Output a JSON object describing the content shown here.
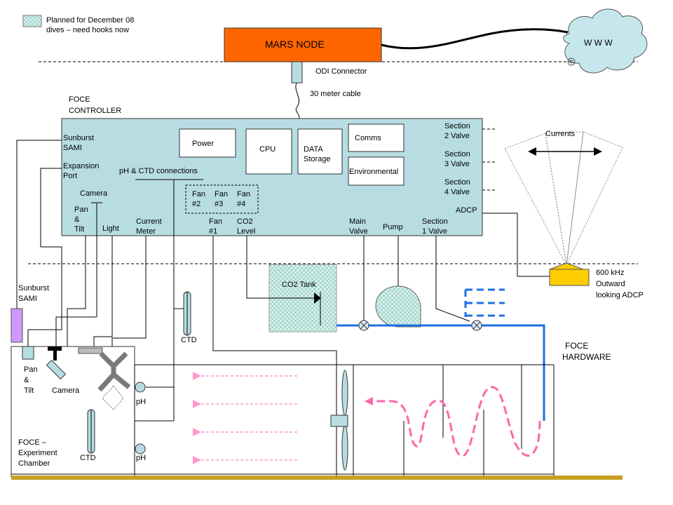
{
  "legend": {
    "line1": "Planned for December 08",
    "line2": "dives – need hooks now"
  },
  "mars_node": "MARS NODE",
  "www": "W W W",
  "odi_connector": "ODI Connector",
  "cable": "30 meter cable",
  "controller": {
    "title_line1": "FOCE",
    "title_line2": "CONTROLLER",
    "sunburst_line1": "Sunburst",
    "sunburst_line2": "SAMI",
    "expansion_line1": "Expansion",
    "expansion_line2": "Port",
    "camera": "Camera",
    "pan_line1": "Pan",
    "pan_line2": "&",
    "pan_line3": "Tilt",
    "light": "Light",
    "current_line1": "Current",
    "current_line2": "Meter",
    "power": "Power",
    "cpu": "CPU",
    "data_line1": "DATA",
    "data_line2": "Storage",
    "comms": "Comms",
    "environmental": "Environmental",
    "ph_ctd": "pH & CTD connections",
    "fan2_line1": "Fan",
    "fan2_line2": "#2",
    "fan3_line1": "Fan",
    "fan3_line2": "#3",
    "fan4_line1": "Fan",
    "fan4_line2": "#4",
    "fan1_line1": "Fan",
    "fan1_line2": "#1",
    "co2_line1": "CO2",
    "co2_line2": "Level",
    "main_line1": "Main",
    "main_line2": "Valve",
    "pump": "Pump",
    "sec1_line1": "Section",
    "sec1_line2": "1 Valve",
    "sec2_line1": "Section",
    "sec2_line2": "2 Valve",
    "sec3_line1": "Section",
    "sec3_line2": "3 Valve",
    "sec4_line1": "Section",
    "sec4_line2": "4 Valve",
    "adcp": "ADCP"
  },
  "currents": "Currents",
  "adcp_label": {
    "line1": "600 kHz",
    "line2": "Outward",
    "line3": "looking ADCP"
  },
  "co2_tank": "CO2 Tank",
  "hardware": {
    "line1": "FOCE",
    "line2": "HARDWARE"
  },
  "lower": {
    "sami_line1": "Sunburst",
    "sami_line2": "SAMI",
    "pan_line1": "Pan",
    "pan_line2": "&",
    "pan_line3": "Tilt",
    "camera": "Camera",
    "ph_upper": "pH",
    "ph_lower": "pH",
    "ctd_upper": "CTD",
    "ctd_lower": "CTD",
    "chamber_line1": "FOCE –",
    "chamber_line2": "Experiment",
    "chamber_line3": "Chamber"
  },
  "colors": {
    "mars_node": "#ff6600",
    "controller_fill": "#b7dde3",
    "pipe_blue": "#1f6fe0",
    "adcp_yellow": "#ffcc00",
    "sami_purple": "#cc99ff",
    "flow_pink": "#ff66aa",
    "seafloor": "#c8a020"
  }
}
